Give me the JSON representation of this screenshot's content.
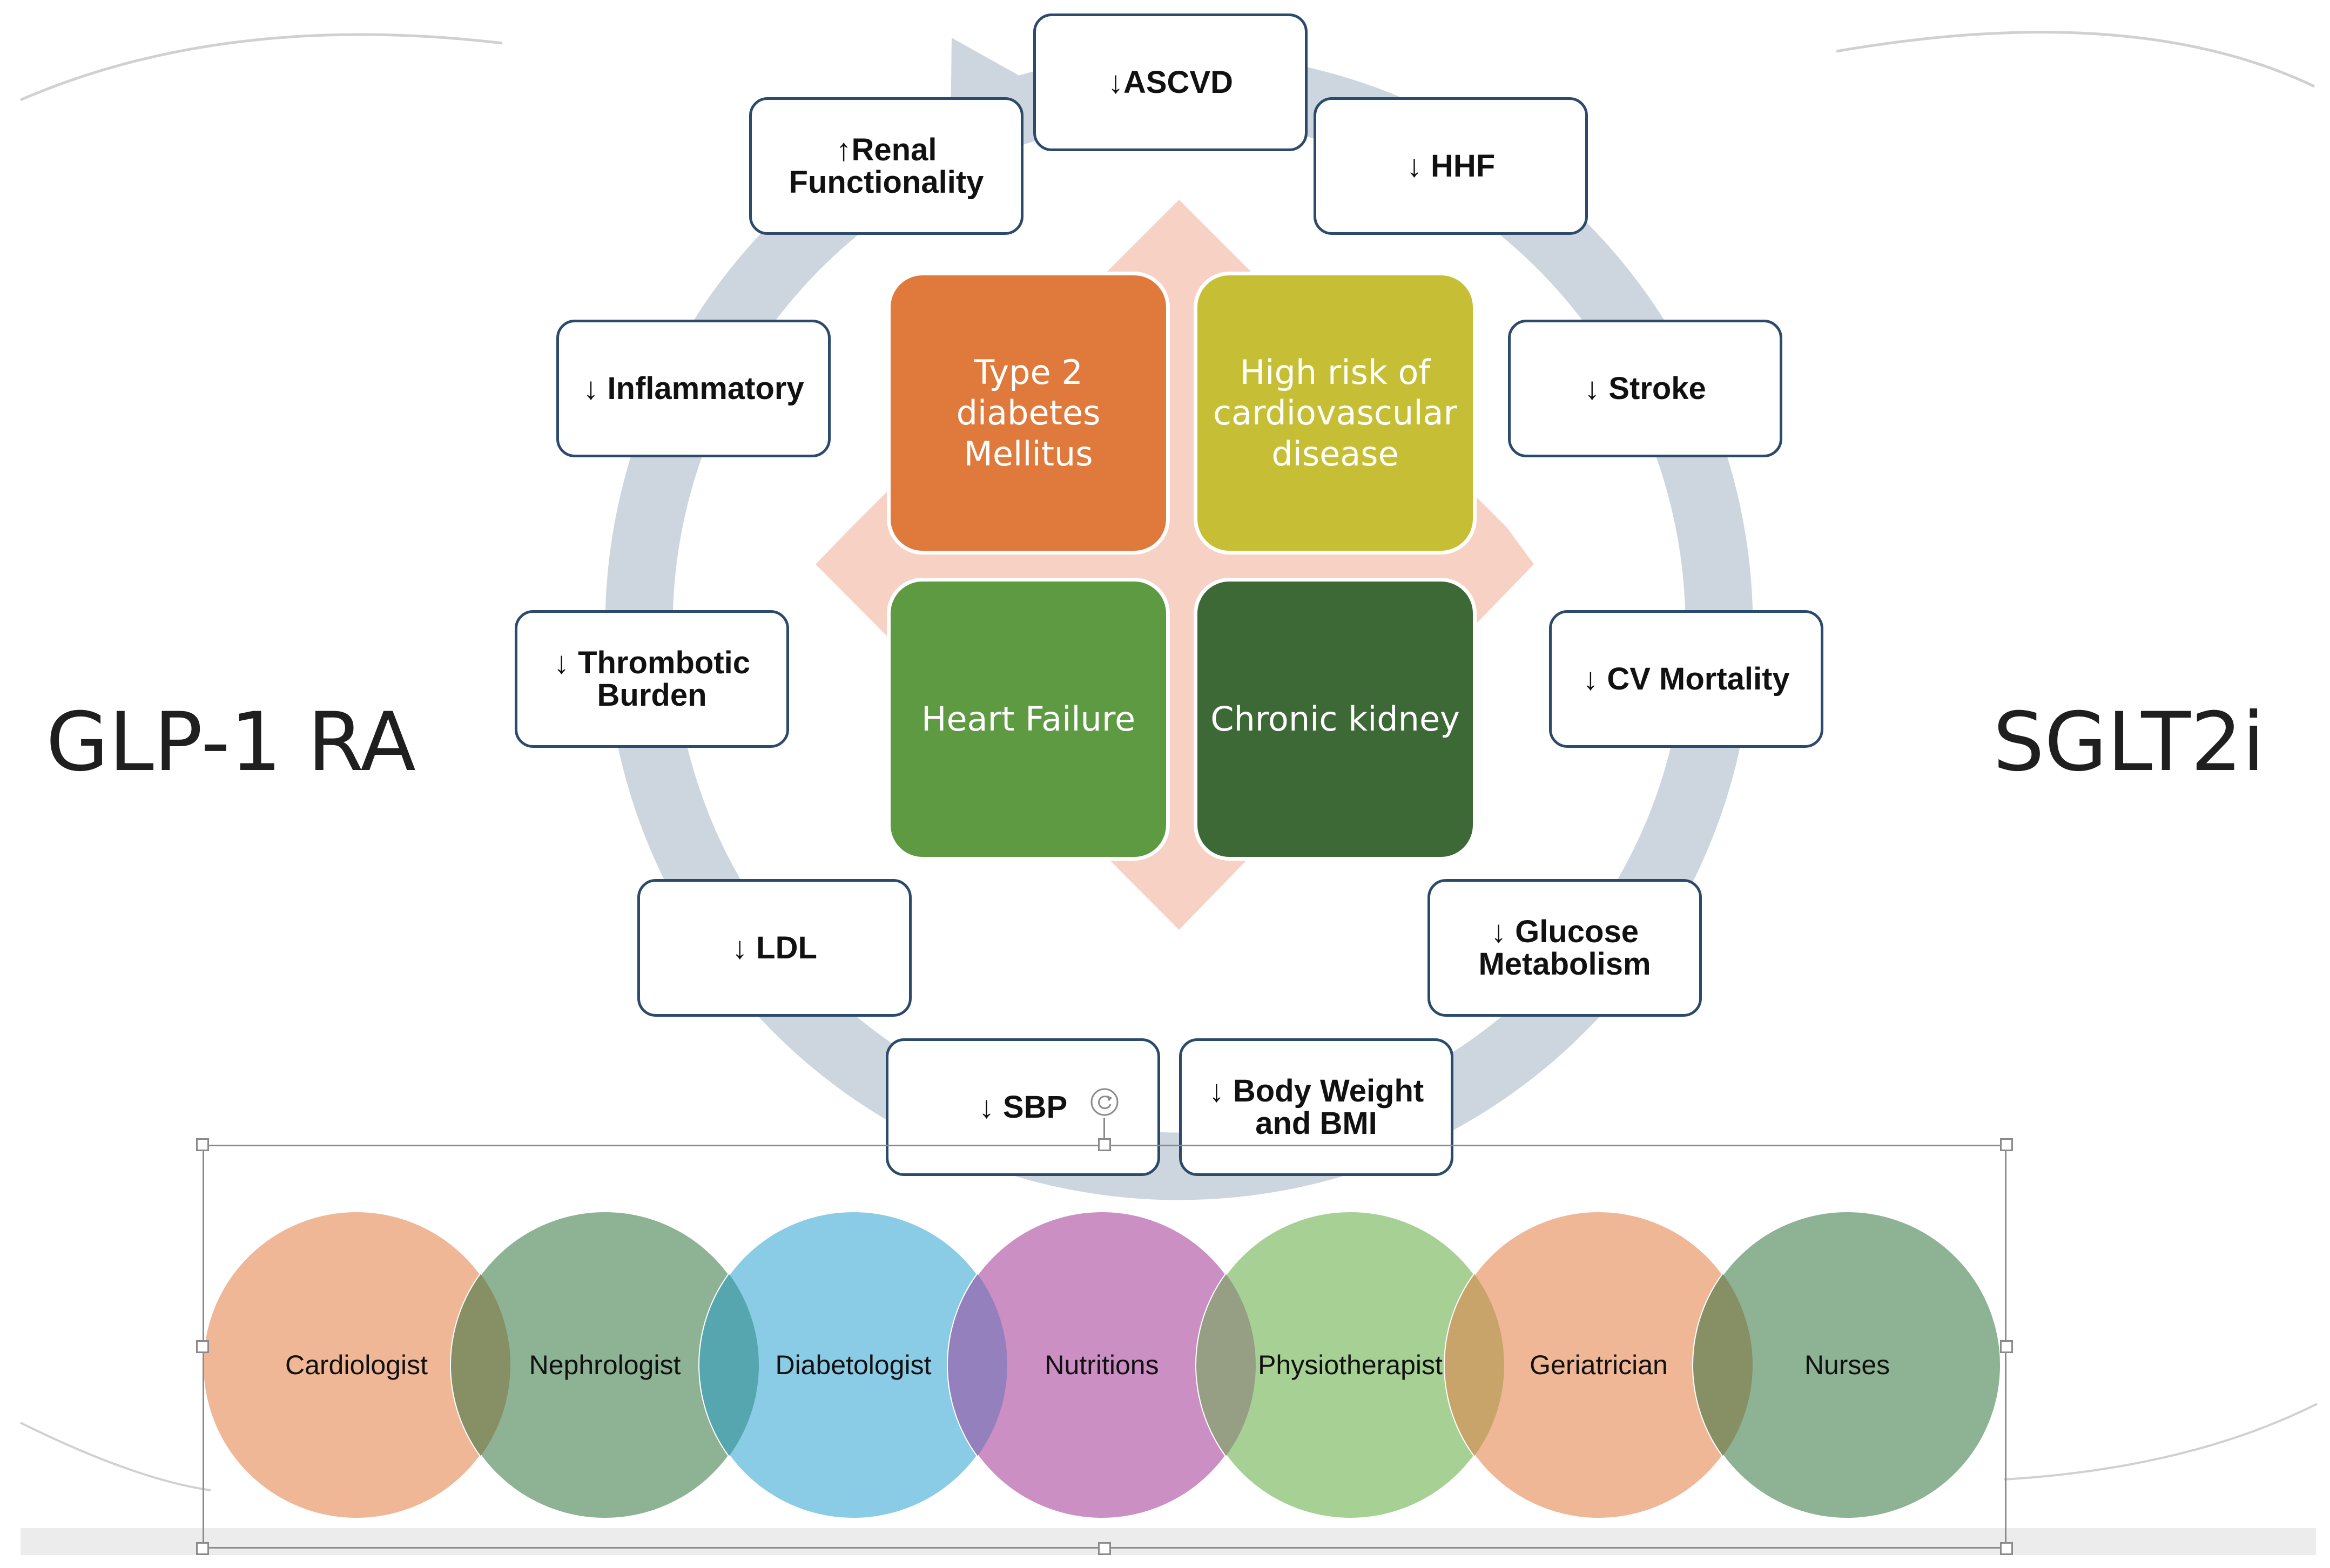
{
  "left_label": "GLP-1 RA",
  "right_label": "SGLT2i",
  "benefits": [
    {
      "id": "ascvd",
      "label": "↓ASCVD"
    },
    {
      "id": "hhf",
      "label": "↓ HHF"
    },
    {
      "id": "stroke",
      "label": "↓ Stroke"
    },
    {
      "id": "cv-mortality",
      "label": "↓ CV Mortality"
    },
    {
      "id": "glucose",
      "label": "↓ Glucose\nMetabolism"
    },
    {
      "id": "body-weight",
      "label": "↓ Body Weight\nand BMI"
    },
    {
      "id": "sbp",
      "label": "↓ SBP"
    },
    {
      "id": "ldl",
      "label": "↓ LDL"
    },
    {
      "id": "thrombotic",
      "label": "↓ Thrombotic\nBurden"
    },
    {
      "id": "inflammatory",
      "label": "↓ Inflammatory"
    },
    {
      "id": "renal",
      "label": "↑Renal\nFunctionality"
    }
  ],
  "conditions": [
    {
      "id": "t2dm",
      "label": "Type 2\ndiabetes\nMellitus",
      "color": "#E07A3C"
    },
    {
      "id": "cvd",
      "label": "High risk of\ncardiovascular\ndisease",
      "color": "#C6BF36"
    },
    {
      "id": "hf",
      "label": "Heart Failure",
      "color": "#5E9A42"
    },
    {
      "id": "ckd",
      "label": "Chronic kidney",
      "color": "#3D6936"
    }
  ],
  "team": [
    {
      "id": "cardiologist",
      "label": "Cardiologist",
      "color": "#EFB796"
    },
    {
      "id": "nephrologist",
      "label": "Nephrologist",
      "color": "#8DB294"
    },
    {
      "id": "diabetologist",
      "label": "Diabetologist",
      "color": "#8ACBE5"
    },
    {
      "id": "nutritions",
      "label": "Nutritions",
      "color": "#CB8FC3"
    },
    {
      "id": "physiotherapist",
      "label": "Physiotherapist",
      "color": "#A6D094"
    },
    {
      "id": "geriatrician",
      "label": "Geriatrician",
      "color": "#EFB796"
    },
    {
      "id": "nurses",
      "label": "Nurses",
      "color": "#8DB294"
    }
  ],
  "colors": {
    "box_border": "#2c4a6b",
    "cycle_arrow": "#CDD6DF",
    "cross_background": "#F6D1C4",
    "selection_frame": "#8a8a8a"
  },
  "icons": {
    "rotate_handle": "rotate-icon"
  }
}
